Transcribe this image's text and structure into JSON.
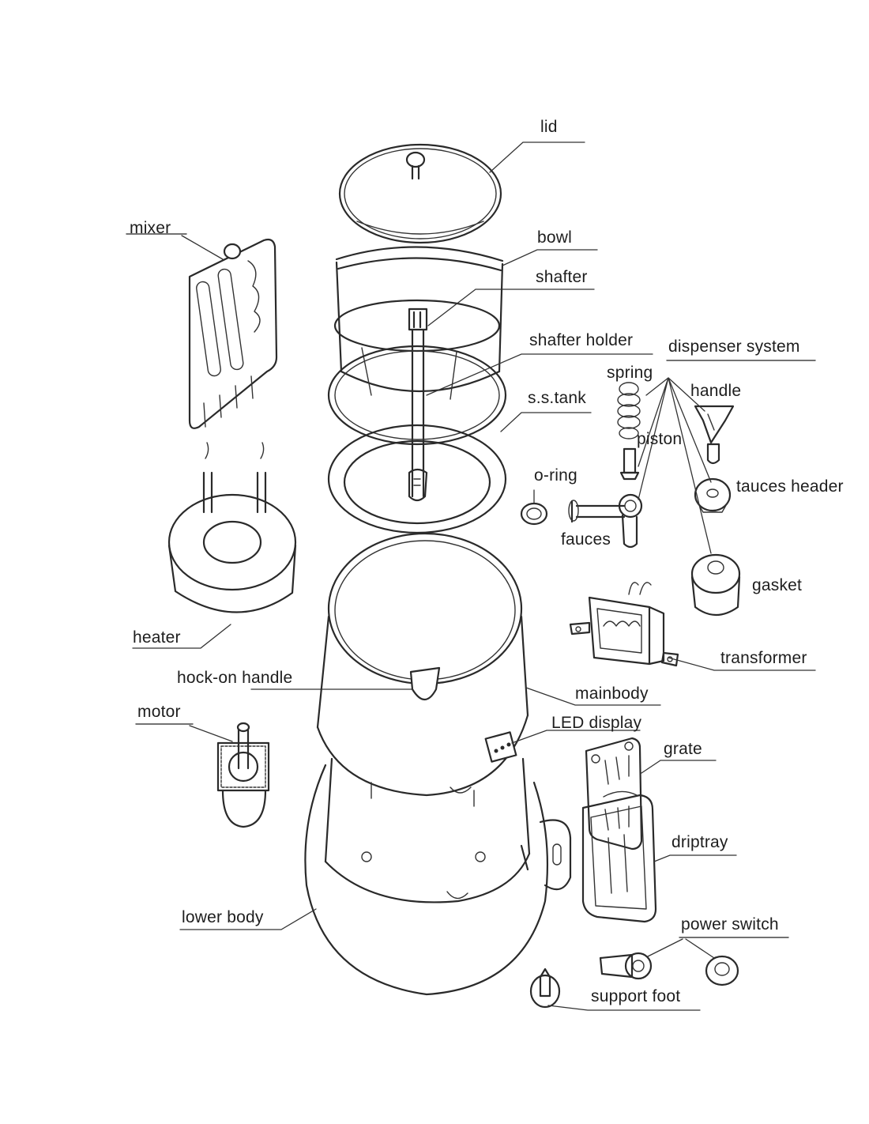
{
  "diagram": {
    "labels": {
      "lid": "lid",
      "mixer": "mixer",
      "bowl": "bowl",
      "shafter": "shafter",
      "shafter_holder": "shafter  holder",
      "dispenser_system": "dispenser  system",
      "spring": "spring",
      "handle": "handle",
      "ss_tank": "s.s.tank",
      "piston": "piston",
      "o_ring": "o-ring",
      "tauces_header": "tauces header",
      "fauces": "fauces",
      "gasket": "gasket",
      "heater": "heater",
      "transformer": "transformer",
      "hock_on_handle": "hock-on  handle",
      "mainbody": "mainbody",
      "motor": "motor",
      "led_display": "LED display",
      "grate": "grate",
      "driptray": "driptray",
      "lower_body": "lower body",
      "power_switch": "power switch",
      "support_foot": "support  foot"
    }
  }
}
